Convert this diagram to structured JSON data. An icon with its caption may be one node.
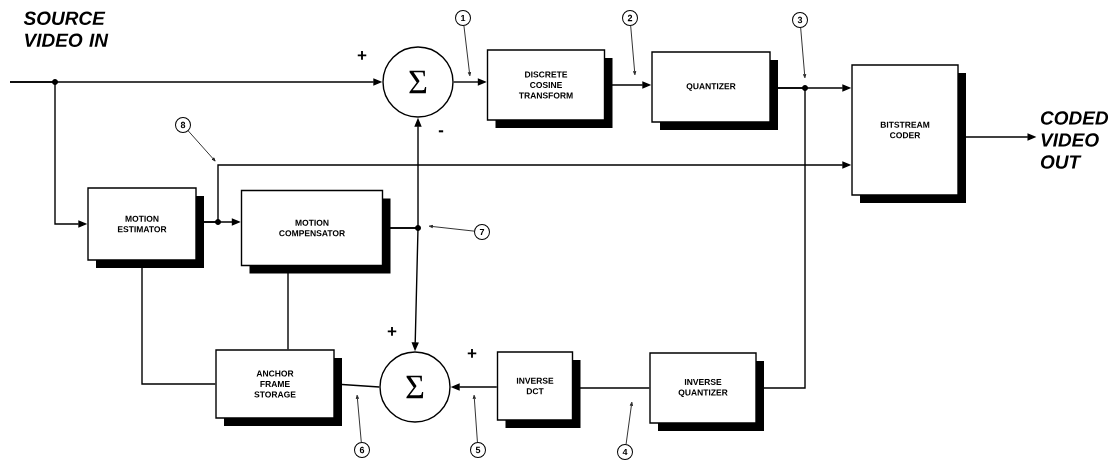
{
  "diagram": {
    "nodes": [
      {
        "text": [
          "Σ"
        ]
      },
      {
        "text": [
          "DISCRETE COSINE TRANSFORM"
        ]
      },
      {
        "text": [
          "QUANTIZER"
        ]
      },
      {
        "text": [
          "BITSTREAM CODER"
        ]
      },
      {
        "text": [
          "CODED VIDEO OUT"
        ]
      },
      {
        "text": [
          "MOTION ESTIMATOR"
        ]
      },
      {
        "text": [
          "MOTION COMPENSATOR"
        ]
      },
      {
        "text": [
          "ANCHOR FRAME STORAGE"
        ]
      },
      {
        "text": [
          "Σ"
        ]
      },
      {
        "text": [
          "INVERSE DCT"
        ]
      },
      {
        "text": [
          "INVERSE QUANTIZER"
        ]
      },
      {
        "text": [
          "1"
        ]
      },
      {
        "text": [
          "2"
        ]
      },
      {
        "text": [
          "3"
        ]
      },
      {
        "text": [
          "8"
        ]
      },
      {
        "text": [
          "7"
        ]
      },
      {
        "text": [
          "6"
        ]
      },
      {
        "text": [
          "5"
        ]
      },
      {
        "text": [
          "4"
        ]
      }
    ],
    "edges": [
      {
        "from": null,
        "to": 0,
        "arrow": "to"
      },
      {
        "from": null,
        "to": 5,
        "arrow": "to"
      },
      {
        "from": 0,
        "to": 1,
        "arrow": "to"
      },
      {
        "from": 1,
        "to": 2,
        "arrow": "to"
      },
      {
        "from": 2,
        "to": 3,
        "arrow": "to"
      },
      {
        "from": 2,
        "to": 10,
        "arrow": "none"
      },
      {
        "from": 3,
        "to": 4,
        "arrow": "to"
      },
      {
        "from": 5,
        "to": 6,
        "arrow": "to"
      },
      {
        "from": 5,
        "to": 3,
        "arrow": "to"
      },
      {
        "from": 6,
        "to": 0,
        "arrow": "to"
      },
      {
        "from": 6,
        "to": 8,
        "arrow": "to"
      },
      {
        "from": 10,
        "to": 9,
        "arrow": "none"
      },
      {
        "from": 9,
        "to": 8,
        "arrow": "to"
      },
      {
        "from": 8,
        "to": 7,
        "arrow": "none"
      },
      {
        "from": 7,
        "to": 5,
        "arrow": "none"
      },
      {
        "from": 7,
        "to": 6,
        "arrow": "none"
      },
      {
        "from": 11,
        "to": null,
        "arrow": "to"
      },
      {
        "from": 12,
        "to": null,
        "arrow": "to"
      },
      {
        "from": 13,
        "to": null,
        "arrow": "to"
      },
      {
        "from": 14,
        "to": null,
        "arrow": "to"
      },
      {
        "from": 15,
        "to": null,
        "arrow": "to"
      },
      {
        "from": 16,
        "to": null,
        "arrow": "to"
      },
      {
        "from": 17,
        "to": null,
        "arrow": "to"
      },
      {
        "from": 18,
        "to": null,
        "arrow": "to"
      }
    ],
    "labels": [
      "SOURCE VIDEO IN",
      "+",
      "-",
      "+",
      "+"
    ]
  }
}
